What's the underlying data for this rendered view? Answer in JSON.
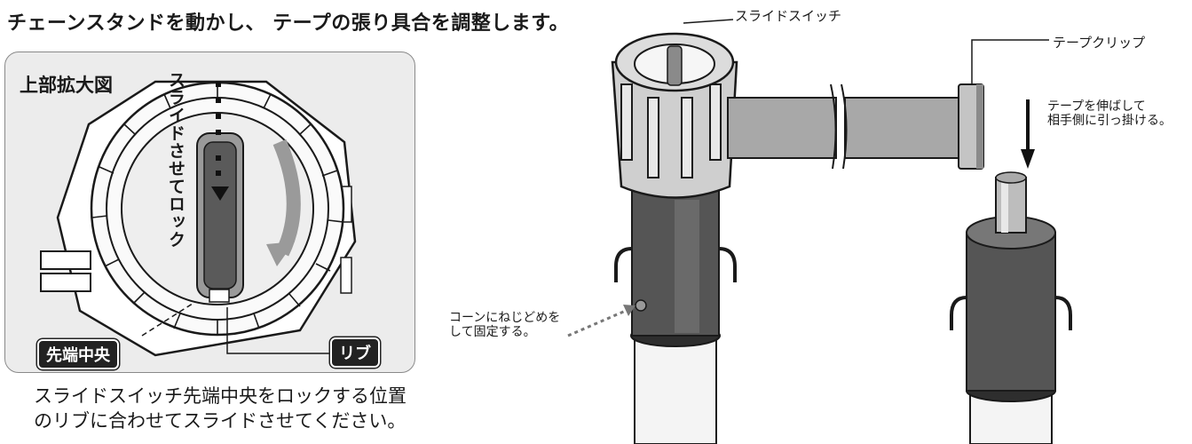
{
  "heading": "チェーンスタンドを動かし、 テープの張り具合を調整します。",
  "inset": {
    "title": "上部拡大図",
    "vertical_label": "スライドさせてロック",
    "tag_sentan": "先端中央",
    "tag_rib": "リブ"
  },
  "caption": {
    "line1": "スライドスイッチ先端中央をロックする位置",
    "line2": "のリブに合わせてスライドさせてください。"
  },
  "callouts": {
    "slide_switch": "スライドスイッチ",
    "tape_clip": "テープクリップ",
    "tape_line1": "テープを伸ばして",
    "tape_line2": "相手側に引っ掛ける。",
    "cone_line1": "コーンにねじどめを",
    "cone_line2": "して固定する。"
  }
}
